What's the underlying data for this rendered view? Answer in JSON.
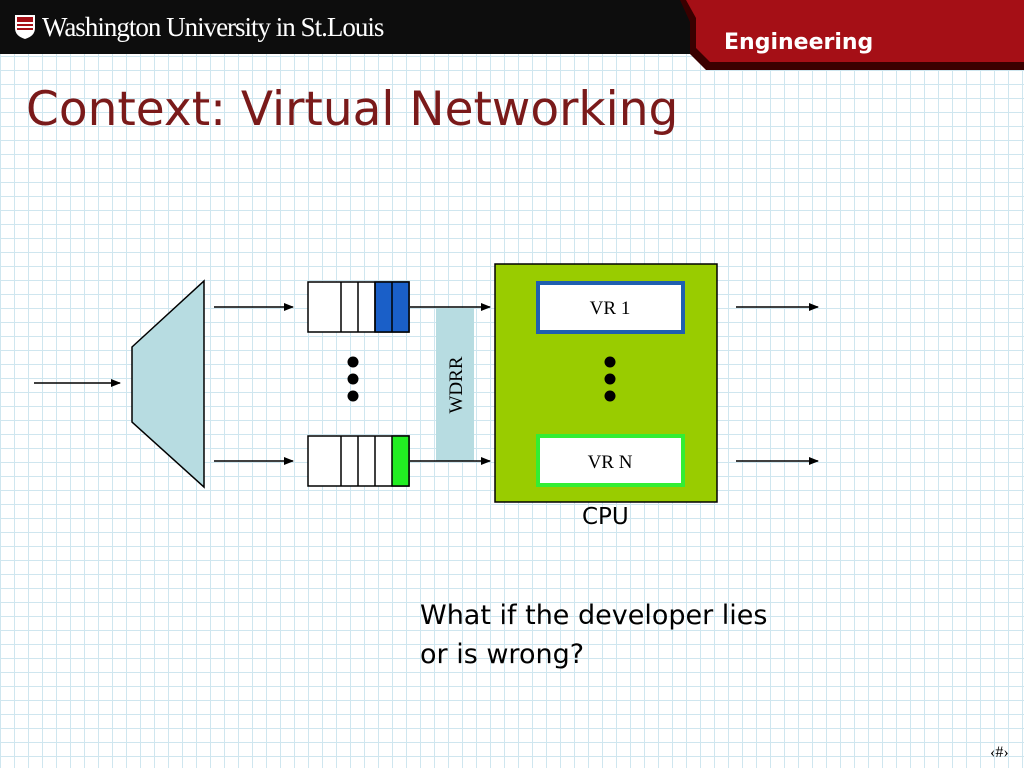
{
  "header": {
    "university": "Washington University in St.Louis",
    "department": "Engineering",
    "colors": {
      "dark_bar": "#0d0d0d",
      "red_tab": "#a50f16"
    }
  },
  "slide": {
    "title": "Context: Virtual Networking",
    "slide_number": "‹#›"
  },
  "diagram": {
    "scheduler_label": "WDRR",
    "vr_top_label": "VR 1",
    "vr_bottom_label": "VR N",
    "cpu_label": "CPU",
    "colors": {
      "demux": "#b7dce1",
      "cpu_box": "#99cc00",
      "scheduler": "#b7dce1",
      "queue_top_fill": "#1a5fc8",
      "queue_bottom_fill": "#22ee22",
      "vr_top_border": "#1f5fb0",
      "vr_bottom_border": "#33ee33"
    }
  },
  "question": {
    "line1": "What if the developer lies",
    "line2": "or is wrong?"
  }
}
